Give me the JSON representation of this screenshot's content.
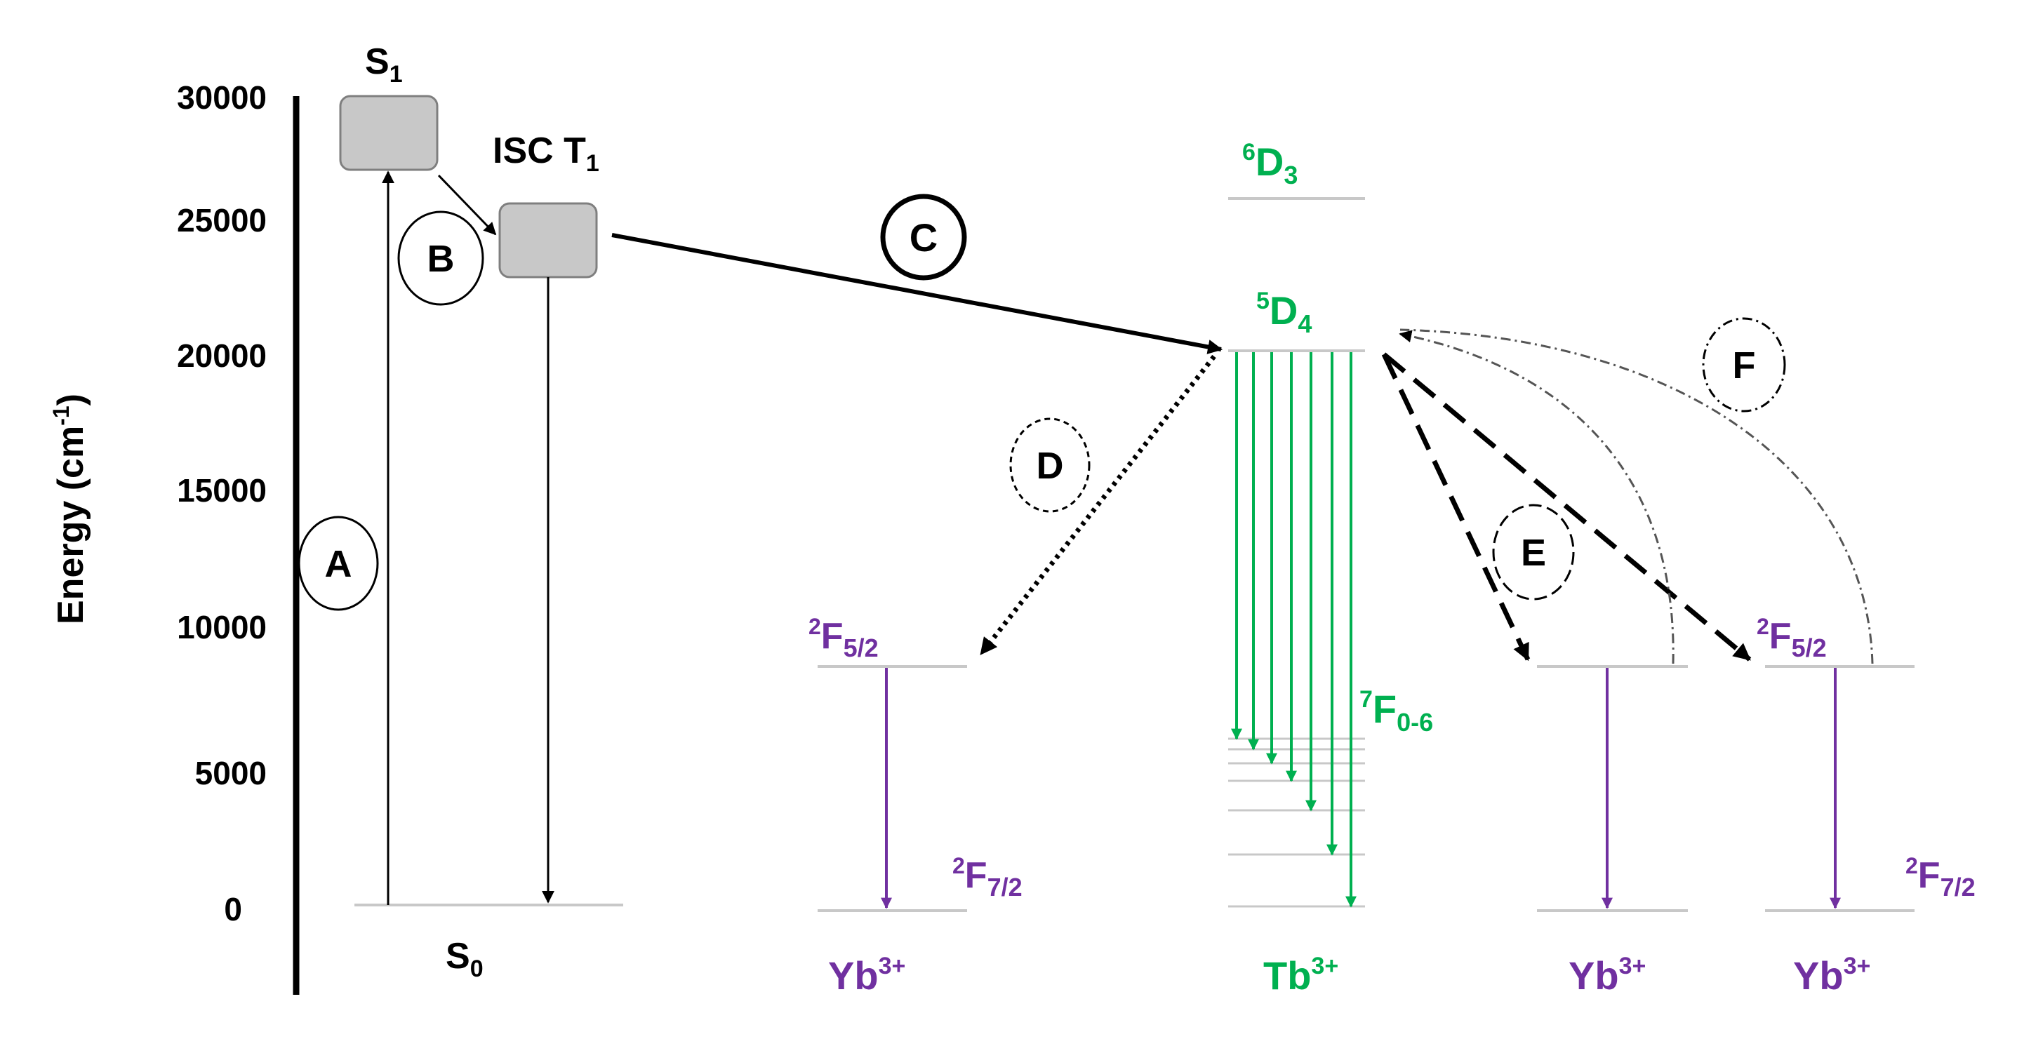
{
  "axis": {
    "title_main": "Energy (cm",
    "title_sup": "-1",
    "title_end": ")",
    "ticks": [
      "30000",
      "25000",
      "20000",
      "15000",
      "10000",
      "5000",
      "0"
    ]
  },
  "organic": {
    "s1": {
      "base": "S",
      "sub": "1"
    },
    "t1": {
      "prefix": "ISC T",
      "sub": "1"
    },
    "s0": {
      "base": "S",
      "sub": "0"
    }
  },
  "steps": {
    "a": "A",
    "b": "B",
    "c": "C",
    "d": "D",
    "e": "E",
    "f": "F"
  },
  "tb": {
    "d3": {
      "sup": "6",
      "base": "D",
      "sub": "3"
    },
    "d4": {
      "sup": "5",
      "base": "D",
      "sub": "4"
    },
    "f06": {
      "sup": "7",
      "base": "F",
      "sub": "0-6"
    },
    "ion": {
      "base": "Tb",
      "sup": "3+"
    }
  },
  "yb_left": {
    "f52": {
      "sup": "2",
      "base": "F",
      "sub": "5/2"
    },
    "f72": {
      "sup": "2",
      "base": "F",
      "sub": "7/2"
    },
    "ion": {
      "base": "Yb",
      "sup": "3+"
    }
  },
  "yb_mid": {
    "ion": {
      "base": "Yb",
      "sup": "3+"
    }
  },
  "yb_right": {
    "f52": {
      "sup": "2",
      "base": "F",
      "sub": "5/2"
    },
    "f72": {
      "sup": "2",
      "base": "F",
      "sub": "7/2"
    },
    "ion": {
      "base": "Yb",
      "sup": "3+"
    }
  },
  "colors": {
    "tb_green": "#00b050",
    "yb_purple": "#7030a0",
    "level_grey": "#c8c8c8",
    "box_fill": "#c8c8c8",
    "box_stroke": "#7f7f7f",
    "black": "#000000"
  }
}
